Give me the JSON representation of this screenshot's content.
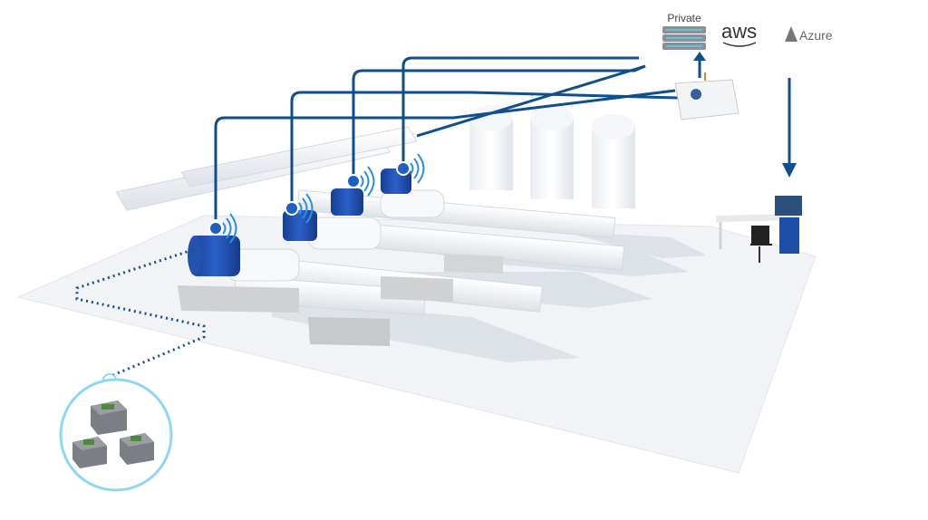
{
  "cloud_targets": {
    "private_label": "Private",
    "aws_label": "aws",
    "azure_label": "Azure"
  },
  "colors": {
    "cable": "#0f4f8c",
    "pump_motor": "#1f4fb0",
    "sensor_ring": "#8fd6f2",
    "floor": "#f1f3f6",
    "shadow": "#d6dbe2",
    "base": "#c9cbcd"
  }
}
